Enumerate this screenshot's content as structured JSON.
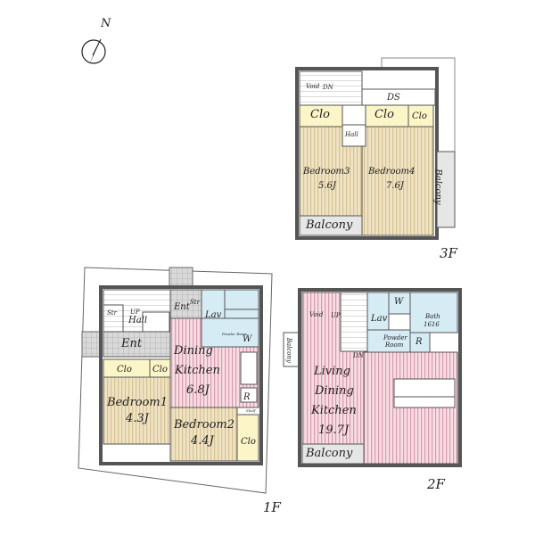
{
  "compass": {
    "label": "N"
  },
  "floors": {
    "f1": {
      "label": "1F",
      "rooms": {
        "hall": "Hall",
        "stor": "Str",
        "up": "UP",
        "ent_main": "Ent",
        "ent_small": "Ent",
        "stor2": "Str",
        "lav": "Lav",
        "powder": "Powder Room",
        "w": "W",
        "r": "R",
        "dining_name": "Dining",
        "dining_name2": "Kitchen",
        "dining_size": "6.8J",
        "bed1_clo1": "Clo",
        "bed1_clo2": "Clo",
        "bed1_name": "Bedroom1",
        "bed1_size": "4.3J",
        "bed2_name": "Bedroom2",
        "bed2_size": "4.4J",
        "bed2_clo": "Clo",
        "shelf": "Shelf"
      }
    },
    "f2": {
      "label": "2F",
      "rooms": {
        "void": "Void",
        "up": "UP",
        "dn": "DN",
        "lav": "Lav",
        "w": "W",
        "bath": "Bath",
        "bath_size": "1616",
        "powder1": "Powder",
        "powder2": "Room",
        "r": "R",
        "balcony_side": "Balcony",
        "ldk1": "Living",
        "ldk2": "Dining",
        "ldk3": "Kitchen",
        "ldk_size": "19.7J",
        "balcony": "Balcony"
      }
    },
    "f3": {
      "label": "3F",
      "rooms": {
        "void": "Void",
        "dn": "DN",
        "ds": "DS",
        "clo1": "Clo",
        "clo2": "Clo",
        "clo3": "Clo",
        "hall": "Hall",
        "bed3_name": "Bedroom3",
        "bed3_size": "5.6J",
        "bed4_name": "Bedroom4",
        "bed4_size": "7.6J",
        "balcony_side": "Balcony",
        "balcony": "Balcony"
      }
    }
  },
  "colors": {
    "wall": "#555555",
    "bedroom_floor": "#efe3c4",
    "bedroom_stripe": "#d6c393",
    "ldk_floor": "#f7dde4",
    "ldk_stripe": "#d99aac",
    "closet": "#fbf5c8",
    "wet_area": "#d6ecf5",
    "entrance": "#d9d9d9"
  }
}
